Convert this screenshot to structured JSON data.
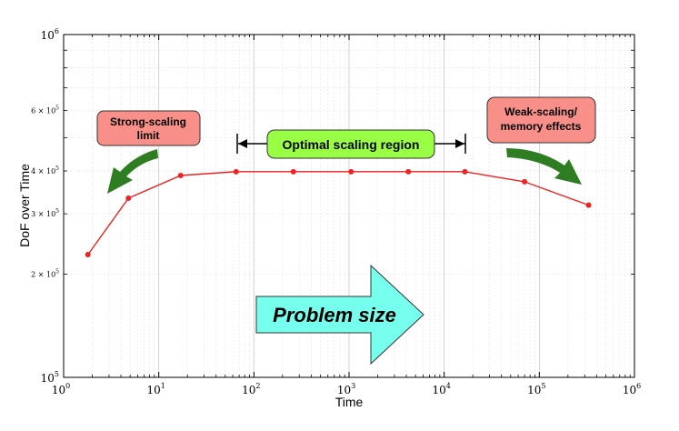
{
  "chart_data": {
    "type": "line",
    "xlabel": "Time",
    "ylabel": "DoF over Time",
    "xscale": "log",
    "yscale": "log",
    "xlim": [
      1,
      1000000
    ],
    "ylim": [
      100000,
      1000000
    ],
    "grid": true,
    "x_tick_labels": [
      {
        "base": "10",
        "exp": "0"
      },
      {
        "base": "10",
        "exp": "1"
      },
      {
        "base": "10",
        "exp": "2"
      },
      {
        "base": "10",
        "exp": "3"
      },
      {
        "base": "10",
        "exp": "4"
      },
      {
        "base": "10",
        "exp": "5"
      },
      {
        "base": "10",
        "exp": "6"
      }
    ],
    "y_tick_labels": [
      {
        "value": 100000,
        "base": "10",
        "exp": "5",
        "prefix": ""
      },
      {
        "value": 200000,
        "base": "10",
        "exp": "5",
        "prefix": "2 × "
      },
      {
        "value": 300000,
        "base": "10",
        "exp": "5",
        "prefix": "3 × "
      },
      {
        "value": 400000,
        "base": "10",
        "exp": "5",
        "prefix": "4 × "
      },
      {
        "value": 600000,
        "base": "10",
        "exp": "5",
        "prefix": "6 × "
      },
      {
        "value": 1000000,
        "base": "10",
        "exp": "6",
        "prefix": ""
      }
    ],
    "series": [
      {
        "color": "#ee2222",
        "x": [
          1.8,
          4.8,
          17,
          65,
          260,
          1050,
          4200,
          16500,
          70000,
          330000
        ],
        "y": [
          228000,
          333000,
          388000,
          398000,
          398000,
          398000,
          398000,
          398000,
          372000,
          318000
        ]
      }
    ],
    "annotations": {
      "strong_scaling": {
        "lines": [
          "Strong-scaling",
          "limit"
        ],
        "color": "#f88f88"
      },
      "optimal": {
        "text": "Optimal scaling region",
        "color": "#99ff44"
      },
      "weak_scaling": {
        "lines": [
          "Weak-scaling/",
          "memory effects"
        ],
        "color": "#f88f88"
      },
      "problem_size": {
        "text": "Problem size",
        "color": "#77ffee"
      },
      "arrow_color": "#2e7d22"
    }
  }
}
